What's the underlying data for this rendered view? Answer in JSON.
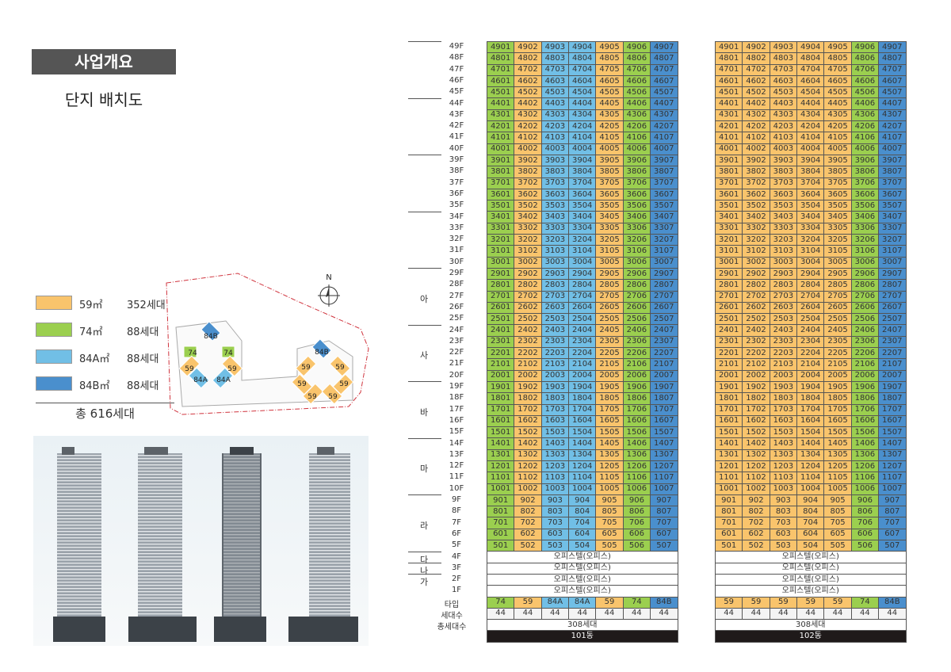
{
  "header": {
    "title": "사업개요",
    "subtitle": "단지 배치도"
  },
  "legend": {
    "items": [
      {
        "area": "59㎡",
        "count": "352세대",
        "color": "#f9c46c"
      },
      {
        "area": "74㎡",
        "count": "88세대",
        "color": "#9bcf4f"
      },
      {
        "area": "84A㎡",
        "count": "88세대",
        "color": "#71bfe6"
      },
      {
        "area": "84B㎡",
        "count": "88세대",
        "color": "#4a8fcd"
      }
    ],
    "total": "총 616세대"
  },
  "site_plan": {
    "north": "N",
    "building_101": [
      "84B",
      "74",
      "74",
      "59",
      "59",
      "84A",
      "84A"
    ],
    "building_102": [
      "84B",
      "59",
      "59",
      "59",
      "59",
      "59",
      "59"
    ]
  },
  "schedule": {
    "floors": [
      "49F",
      "48F",
      "47F",
      "46F",
      "45F",
      "44F",
      "43F",
      "42F",
      "41F",
      "40F",
      "39F",
      "38F",
      "37F",
      "36F",
      "35F",
      "34F",
      "33F",
      "32F",
      "31F",
      "30F",
      "29F",
      "28F",
      "27F",
      "26F",
      "25F",
      "24F",
      "23F",
      "22F",
      "21F",
      "20F",
      "19F",
      "18F",
      "17F",
      "16F",
      "15F",
      "14F",
      "13F",
      "12F",
      "11F",
      "10F",
      "9F",
      "8F",
      "7F",
      "6F",
      "5F",
      "4F",
      "3F",
      "2F",
      "1F"
    ],
    "zones": [
      {
        "label": "",
        "from": 49,
        "to": 45
      },
      {
        "label": "",
        "from": 44,
        "to": 40
      },
      {
        "label": "",
        "from": 39,
        "to": 35
      },
      {
        "label": "",
        "from": 34,
        "to": 30
      },
      {
        "label": "아",
        "from": 29,
        "to": 25
      },
      {
        "label": "사",
        "from": 24,
        "to": 20
      },
      {
        "label": "바",
        "from": 19,
        "to": 15
      },
      {
        "label": "마",
        "from": 14,
        "to": 10
      },
      {
        "label": "라",
        "from": 9,
        "to": 5
      },
      {
        "label": "다",
        "from": 4,
        "to": 4
      },
      {
        "label": "나",
        "from": 3,
        "to": 3
      },
      {
        "label": "가",
        "from": 2,
        "to": 2
      }
    ],
    "office_label": "오피스텔(오피스)",
    "type_header": "타입",
    "units_header": "세대수",
    "total_header": "총세대수",
    "buildings": [
      {
        "name": "101동",
        "types": [
          "74",
          "59",
          "84A",
          "84A",
          "59",
          "74",
          "84B"
        ],
        "units": [
          "44",
          "44",
          "44",
          "44",
          "44",
          "44",
          "44"
        ],
        "total": "308세대"
      },
      {
        "name": "102동",
        "types": [
          "59",
          "59",
          "59",
          "59",
          "59",
          "74",
          "84B"
        ],
        "units": [
          "44",
          "44",
          "44",
          "44",
          "44",
          "44",
          "44"
        ],
        "total": "308세대"
      }
    ]
  }
}
